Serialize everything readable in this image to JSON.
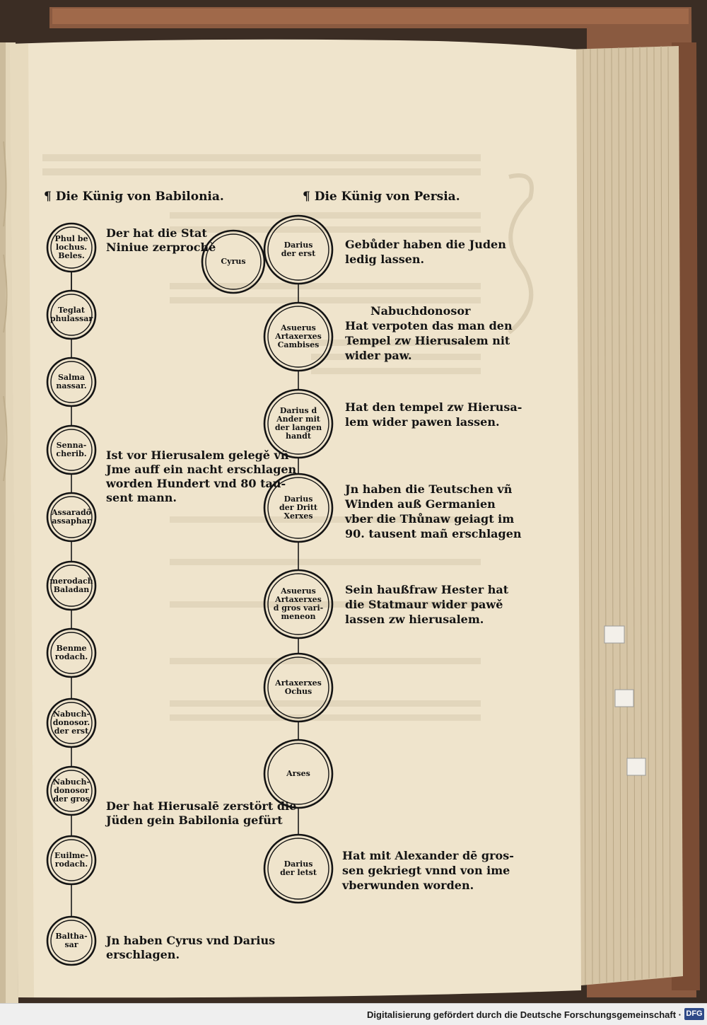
{
  "babylon": {
    "heading": "¶ Die Künig von Babilonia.",
    "kings": [
      {
        "lines": [
          "Phul be",
          "lochus.",
          "Beles."
        ]
      },
      {
        "lines": [
          "Teglat",
          "phulassar"
        ]
      },
      {
        "lines": [
          "Salma",
          "nassar."
        ]
      },
      {
        "lines": [
          "Senna-",
          "cherib."
        ]
      },
      {
        "lines": [
          "Assaradő",
          "assaphar"
        ]
      },
      {
        "lines": [
          "merodach",
          "Baladan"
        ]
      },
      {
        "lines": [
          "Benme",
          "rodach."
        ]
      },
      {
        "lines": [
          "Nabuch-",
          "donosor.",
          "der erst"
        ]
      },
      {
        "lines": [
          "Nabuch-",
          "donosor",
          "der gros"
        ]
      },
      {
        "lines": [
          "Euilme-",
          "rodach."
        ]
      },
      {
        "lines": [
          "Baltha-",
          "sar"
        ]
      }
    ],
    "notes": [
      {
        "lines": [
          "Der hat die Stat",
          "Niniue zerprochě"
        ]
      },
      {
        "lines": [
          "Ist vor Hierusalem gelegě vñ",
          "Jme auff ein nacht erschlagen",
          "worden Hundert vnd 80 tau-",
          "sent mann."
        ]
      },
      {
        "lines": [
          "Der hat Hierusalē zerstört die",
          "Jüden gein Babilonia gefürt"
        ]
      },
      {
        "lines": [
          "Jn haben Cyrus vnd Darius",
          "erschlagen."
        ]
      }
    ]
  },
  "persia": {
    "heading": "¶ Die Künig von Persia.",
    "cyrus": {
      "lines": [
        "Cyrus"
      ]
    },
    "kings": [
      {
        "lines": [
          "Darius",
          "der erst"
        ]
      },
      {
        "lines": [
          "Asuerus",
          "Artaxerxes",
          "Cambises"
        ]
      },
      {
        "lines": [
          "Darius d",
          "Ander mit",
          "der langen",
          "handt"
        ]
      },
      {
        "lines": [
          "Darius",
          "der Dritt",
          "Xerxes"
        ]
      },
      {
        "lines": [
          "Asuerus",
          "Artaxerxes",
          "d gros vari-",
          "meneon"
        ]
      },
      {
        "lines": [
          "Artaxerxes",
          "Ochus"
        ]
      },
      {
        "lines": [
          "Arses"
        ]
      },
      {
        "lines": [
          "Darius",
          "der letst"
        ]
      }
    ],
    "notes": [
      {
        "lines": [
          "Gebůder haben die Juden",
          "ledig lassen."
        ]
      },
      {
        "lines": [
          "Nabuchdonosor",
          "Hat verpoten das man den",
          "Tempel zw Hierusalem nit",
          "wider paw."
        ]
      },
      {
        "lines": [
          "Hat den tempel zw Hierusa-",
          "lem wider pawen lassen."
        ]
      },
      {
        "lines": [
          "Jn haben die Teutschen vñ",
          "Winden auß Germanien",
          "vber die Thůnaw geiagt im",
          "90. tausent mañ erschlagen"
        ]
      },
      {
        "lines": [
          "Sein haußfraw Hester hat",
          "die Statmaur wider pawě",
          "lassen zw hierusalem."
        ]
      },
      {
        "lines": [
          "Hat mit Alexander dē gros-",
          "sen gekriegt vnnd von ime",
          "vberwunden worden."
        ]
      }
    ]
  },
  "footer": {
    "credit": "Digitalisierung gefördert durch die Deutsche Forschungsgemeinschaft ·",
    "logo": "DFG"
  },
  "colors": {
    "paper": "#efe4cc",
    "ink": "#141414",
    "page_edge": "#e2d3b5",
    "cover": "#8a5a40"
  }
}
